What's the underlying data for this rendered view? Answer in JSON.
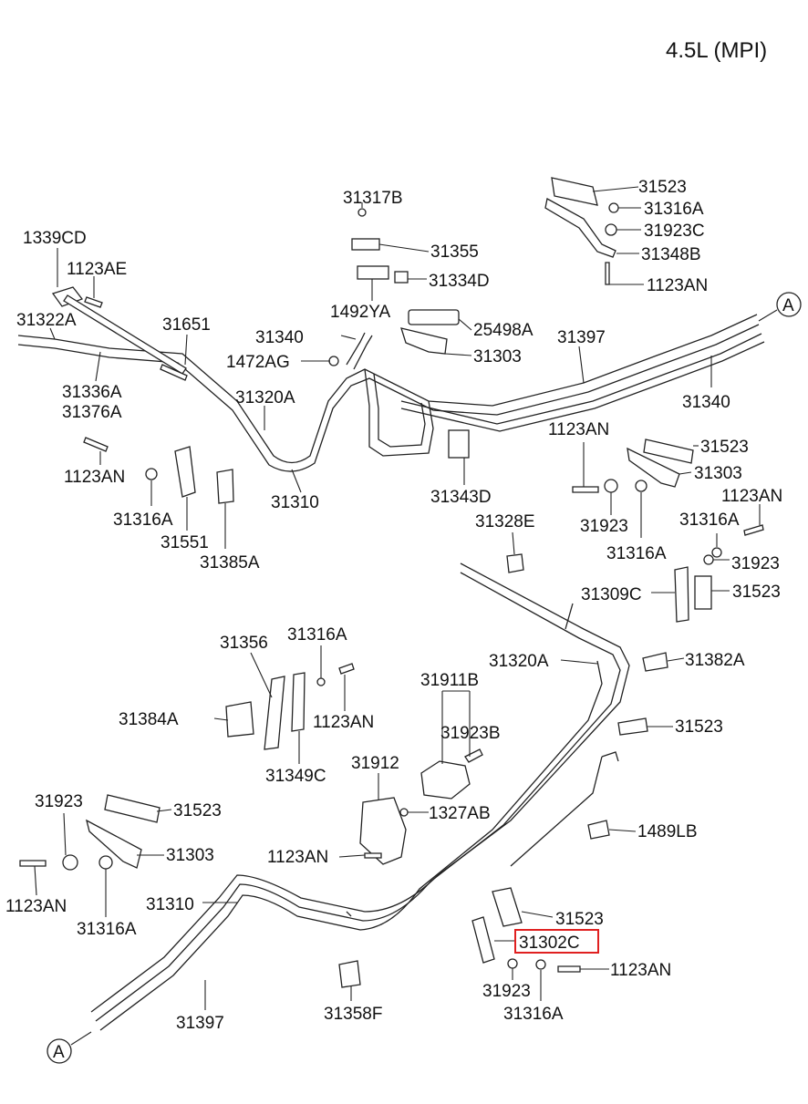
{
  "title": "4.5L (MPI)",
  "highlight_color": "#e02020",
  "connector": "A",
  "labels": {
    "l01": "31523",
    "l02": "31316A",
    "l03": "31317B",
    "l04": "31923C",
    "l05": "1339CD",
    "l06": "31355",
    "l07": "31348B",
    "l08": "1123AE",
    "l09": "31334D",
    "l10": "1123AN",
    "l11": "1492YA",
    "l12": "31322A",
    "l13": "31651",
    "l14": "31340",
    "l15": "25498A",
    "l16": "31397",
    "l17": "1472AG",
    "l18": "31303",
    "l19": "31336A",
    "l20": "31376A",
    "l21": "31320A",
    "l22": "31340",
    "l23": "1123AN",
    "l24": "31523",
    "l25": "1123AN",
    "l26": "31303",
    "l27": "31310",
    "l28": "31343D",
    "l29": "1123AN",
    "l30": "31316A",
    "l31": "31923",
    "l32": "31316A",
    "l33": "31328E",
    "l34": "31551",
    "l35": "31385A",
    "l36": "31316A",
    "l37": "31923",
    "l38": "31309C",
    "l39": "31523",
    "l40": "31356",
    "l41": "31316A",
    "l42": "31320A",
    "l43": "31382A",
    "l44": "31911B",
    "l45": "31384A",
    "l46": "1123AN",
    "l47": "31523",
    "l48": "31923B",
    "l49": "31349C",
    "l50": "31912",
    "l51": "31923",
    "l52": "31523",
    "l53": "1327AB",
    "l54": "1489LB",
    "l55": "31303",
    "l56": "1123AN",
    "l57": "1123AN",
    "l58": "31310",
    "l59": "31523",
    "l60": "31316A",
    "l61": "31302C",
    "l62": "1123AN",
    "l63": "31923",
    "l64": "31397",
    "l65": "31358F",
    "l66": "31316A"
  }
}
